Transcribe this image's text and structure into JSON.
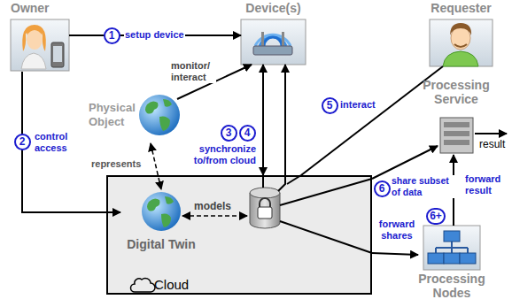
{
  "diagram": {
    "nodes": [
      {
        "text": [
          "Owner"
        ]
      },
      {
        "text": [
          "Device(s)"
        ]
      },
      {
        "text": [
          "Requester"
        ]
      },
      {
        "text": [
          "Physical Object"
        ]
      },
      {
        "text": [
          "Processing Service"
        ]
      },
      {
        "text": [
          "Cloud"
        ]
      },
      {
        "text": [
          "Digital Twin"
        ],
        "in": 5
      },
      {
        "text": [
          "Processing Nodes"
        ]
      }
    ],
    "edges": [
      {
        "from": 0,
        "to": 1,
        "label": "setup device",
        "arrow": "to"
      },
      {
        "from": 0,
        "to": 6,
        "label": "control access",
        "arrow": "to"
      },
      {
        "from": 3,
        "to": 1,
        "label": "monitor/ interact",
        "arrow": "to"
      },
      {
        "from": 1,
        "to": 5,
        "label": "synchronize to/from cloud",
        "arrow": "both"
      },
      {
        "from": 5,
        "to": 1,
        "arrow": "to"
      },
      {
        "from": 2,
        "to": 5,
        "label": "interact",
        "arrow": "none"
      },
      {
        "from": 5,
        "to": 4,
        "label": "share subset of data",
        "arrow": "to"
      },
      {
        "from": 5,
        "to": 7,
        "label": "forward shares",
        "arrow": "to"
      },
      {
        "from": 7,
        "to": 4,
        "label": "forward result",
        "arrow": "to"
      },
      {
        "from": 3,
        "to": 6,
        "label": "represents",
        "arrow": "both"
      }
    ],
    "labels": [
      "1",
      "2",
      "3",
      "4",
      "5",
      "6",
      "6+",
      "models",
      "result"
    ]
  }
}
